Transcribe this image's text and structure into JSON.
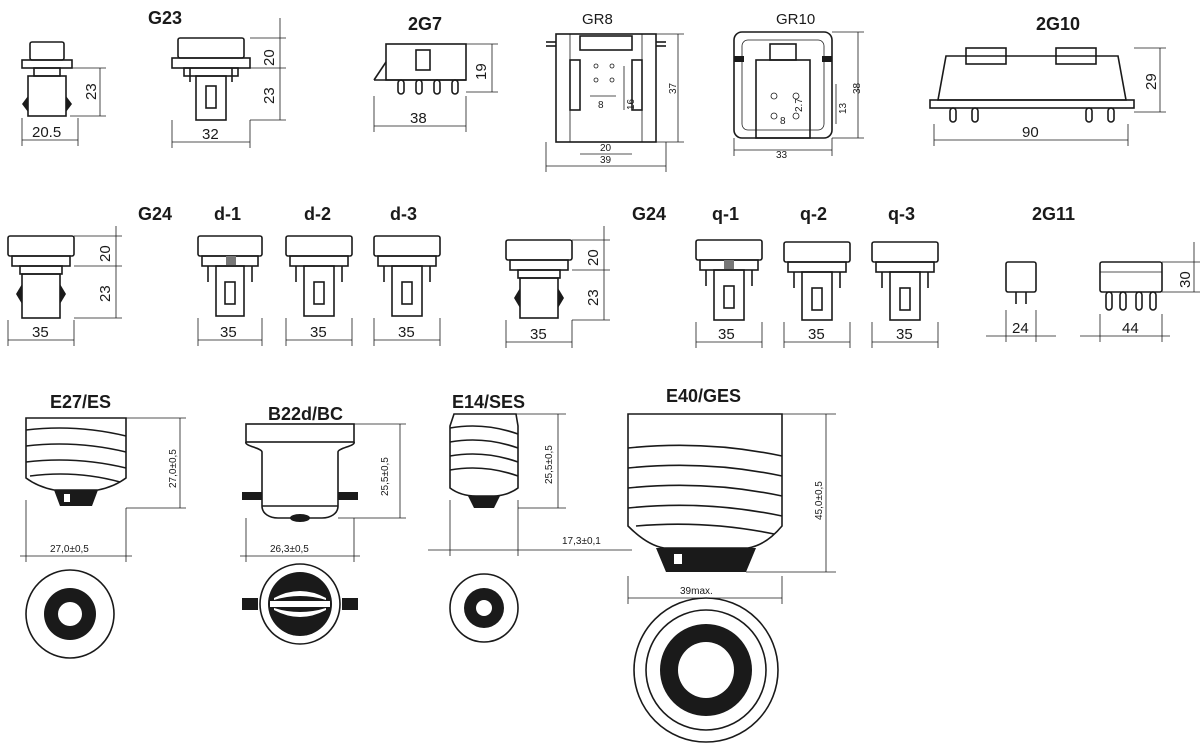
{
  "bases": [
    {
      "title": "G23",
      "dims": [
        "20.5",
        "32",
        "20",
        "23",
        "23"
      ]
    },
    {
      "title": "2G7",
      "dims": [
        "38",
        "19"
      ]
    },
    {
      "title": "GR8",
      "dims": [
        "37",
        "8",
        "16",
        "20",
        "39"
      ]
    },
    {
      "title": "GR10",
      "dims": [
        "38",
        "13",
        "2.7",
        "8",
        "33"
      ]
    },
    {
      "title": "2G10",
      "dims": [
        "90",
        "29"
      ]
    },
    {
      "title": "G24",
      "dims": [
        "35",
        "20",
        "23"
      ]
    },
    {
      "title": "d-1",
      "dims": [
        "35"
      ]
    },
    {
      "title": "d-2",
      "dims": [
        "35"
      ]
    },
    {
      "title": "d-3",
      "dims": [
        "35"
      ]
    },
    {
      "title": "G24",
      "dims": [
        "35",
        "20",
        "23"
      ]
    },
    {
      "title": "q-1",
      "dims": [
        "35"
      ]
    },
    {
      "title": "q-2",
      "dims": [
        "35"
      ]
    },
    {
      "title": "q-3",
      "dims": [
        "35"
      ]
    },
    {
      "title": "2G11",
      "dims": [
        "24",
        "44",
        "30"
      ]
    },
    {
      "title": "E27/ES",
      "dims": [
        "27,0±0,5",
        "27,0±0,5"
      ]
    },
    {
      "title": "B22d/BC",
      "dims": [
        "26,3±0,5",
        "25,5±0,5"
      ]
    },
    {
      "title": "E14/SES",
      "dims": [
        "25,5±0,5",
        "17,3±0,1"
      ]
    },
    {
      "title": "E40/GES",
      "dims": [
        "45,0±0,5",
        "39max."
      ]
    }
  ]
}
